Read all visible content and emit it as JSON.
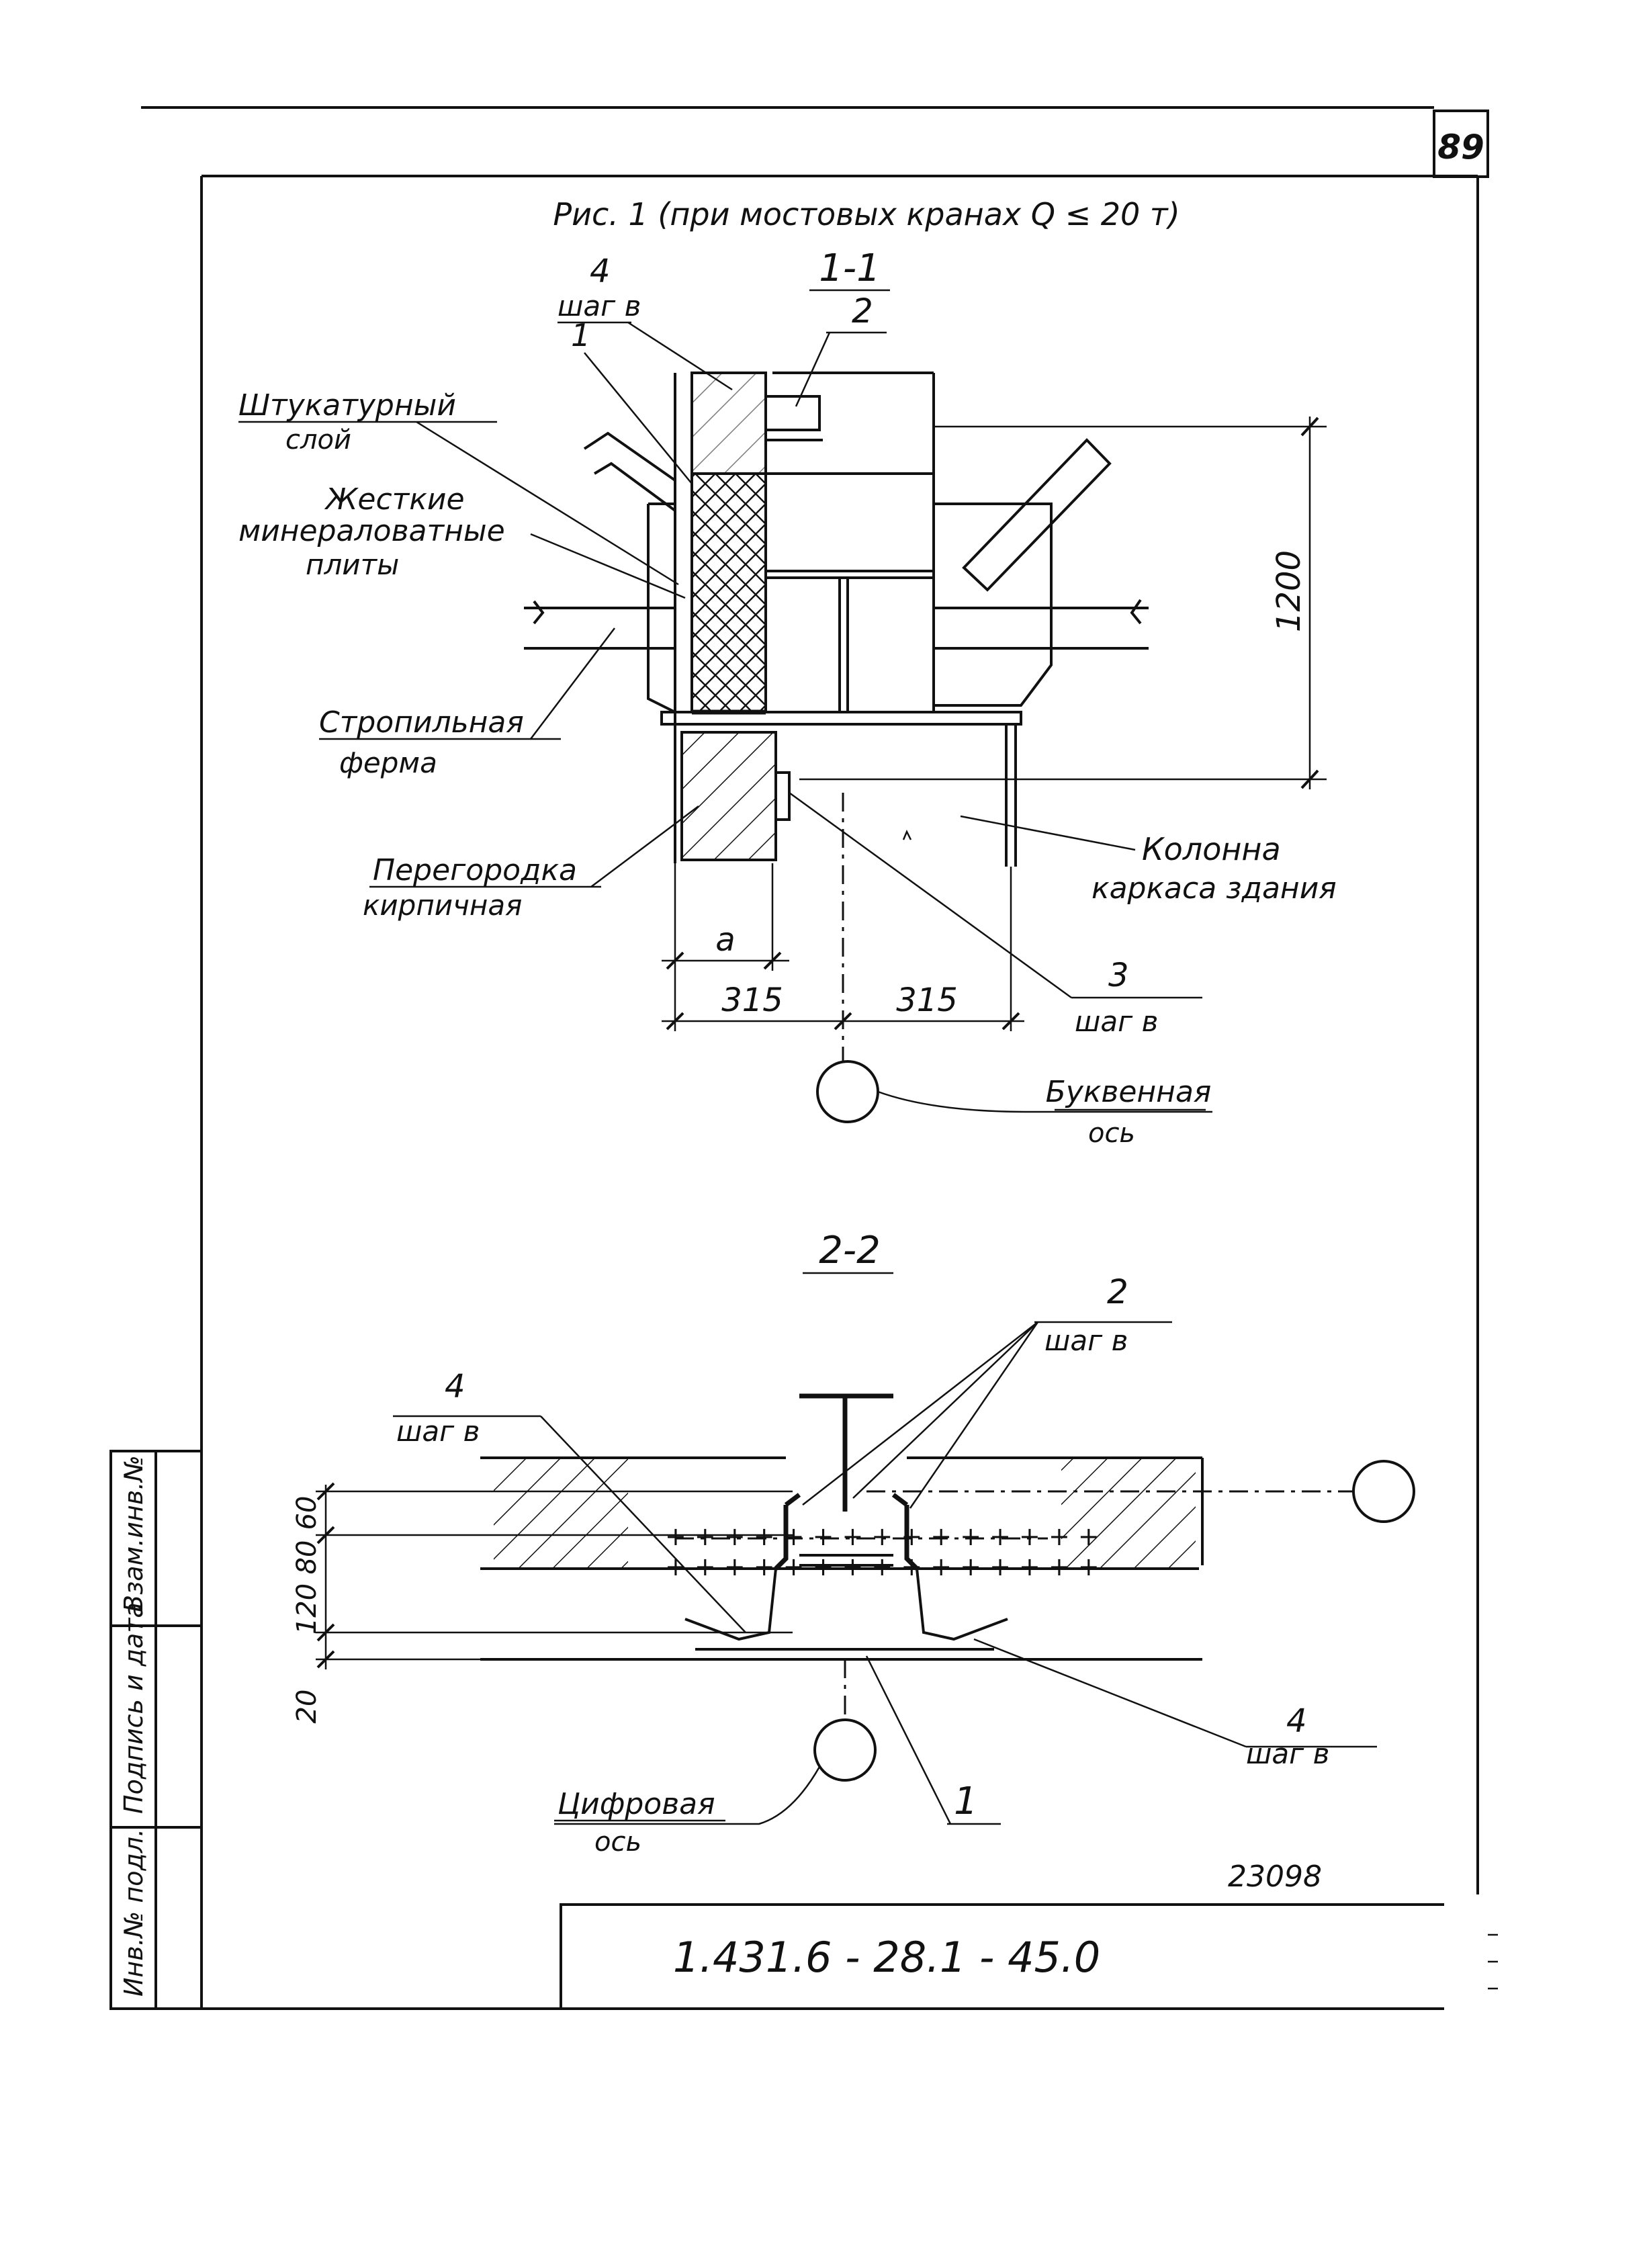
{
  "sheet": {
    "page_number": "89",
    "drawing_code": "1.431.6 - 28.1 - 45.0",
    "inventory_number": "23098",
    "stamp_fields": [
      "Инв.№ подл.",
      "Подпись и дата",
      "Взам.инв.№"
    ]
  },
  "figure": {
    "caption": "Рис. 1 (при мостовых кранах Q ≤ 20 т)"
  },
  "section_1": {
    "title": "1-1",
    "labels": {
      "plaster_line1": "Штукатурный",
      "plaster_line2": "слой",
      "mineral_line1": "Жесткие",
      "mineral_line2": "минераловатные",
      "mineral_line3": "плиты",
      "truss_line1": "Стропильная",
      "truss_line2": "ферма",
      "partition_line1": "Перегородка",
      "partition_line2": "кирпичная",
      "column_line1": "Колонна",
      "column_line2": "каркаса здания",
      "letter_axis_line1": "Буквенная",
      "letter_axis_line2": "ось"
    },
    "callouts": {
      "c4": "4",
      "c4_step": "шаг в",
      "c1": "1",
      "c2": "2",
      "c3": "3",
      "c3_step": "шаг в"
    },
    "dimensions": {
      "height": "1200",
      "a": "a",
      "left": "315",
      "right": "315"
    }
  },
  "section_2": {
    "title": "2-2",
    "labels": {
      "digit_axis_line1": "Цифровая",
      "digit_axis_line2": "ось"
    },
    "callouts": {
      "c4_left": "4",
      "c4_left_step": "шаг в",
      "c2": "2",
      "c2_step": "шаг в",
      "c4_right": "4",
      "c4_right_step": "шаг в",
      "c1": "1"
    },
    "dimensions": {
      "d60": "60",
      "d80": "80",
      "d120": "120",
      "d20": "20"
    }
  }
}
